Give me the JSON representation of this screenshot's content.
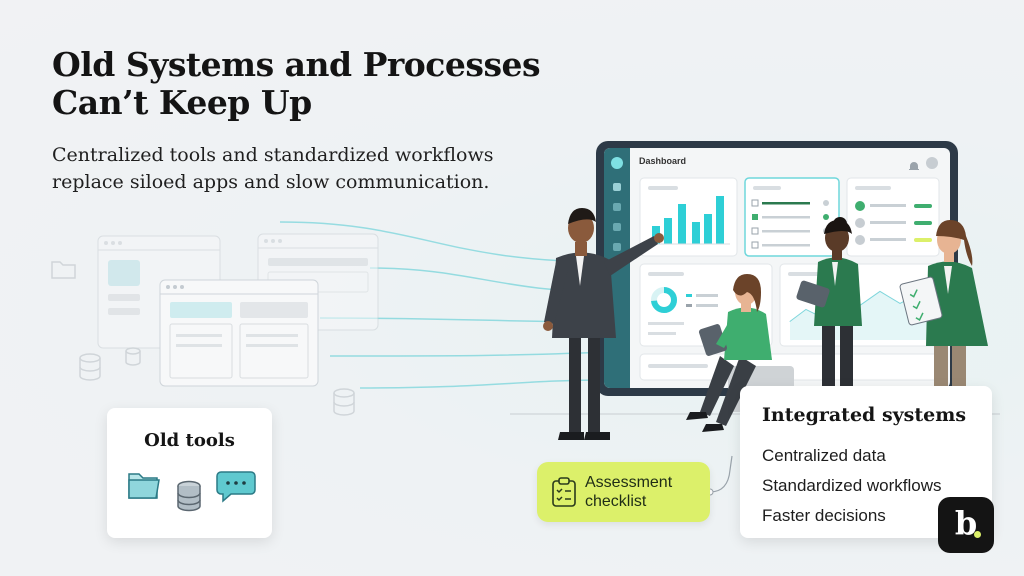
{
  "headline": {
    "line1": "Old Systems and Processes",
    "line2": "Can’t Keep Up"
  },
  "subhead": {
    "line1": "Centralized tools and standardized workflows",
    "line2": "replace siloed apps and slow communication."
  },
  "old_tools": {
    "title": "Old tools",
    "icons": [
      "folder-icon",
      "database-icon",
      "chat-bubble-icon"
    ]
  },
  "dashboard": {
    "title": "Dashboard",
    "icons": [
      "bell-icon",
      "avatar"
    ]
  },
  "integrated": {
    "title": "Integrated systems",
    "items": [
      "Centralized data",
      "Standardized workflows",
      "Faster decisions"
    ]
  },
  "assessment": {
    "line1": "Assessment",
    "line2": "checklist",
    "icon": "clipboard-check-icon"
  },
  "brand": {
    "mark": "b"
  },
  "colors": {
    "teal": "#2ecfd6",
    "green": "#3fae6f",
    "dark_green": "#2b7a4f",
    "lime": "#dcf06a",
    "monitor": "#2d3a47",
    "ink": "#141414"
  }
}
